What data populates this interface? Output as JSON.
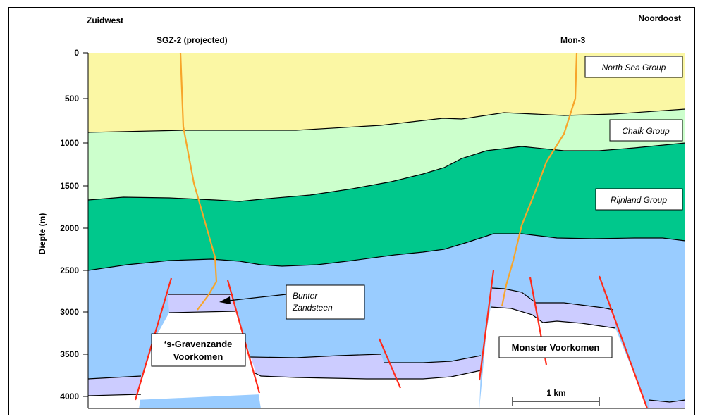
{
  "header": {
    "left_direction": "Zuidwest",
    "right_direction": "Noordoost"
  },
  "wells": [
    {
      "name": "SGZ-2 (projected)"
    },
    {
      "name": "Mon-3"
    }
  ],
  "y_axis": {
    "label": "Diepte (m)",
    "ticks": [
      "0",
      "500",
      "1000",
      "1500",
      "2000",
      "2500",
      "3000",
      "3500",
      "4000"
    ]
  },
  "groups": {
    "north_sea": "North Sea Group",
    "chalk": "Chalk Group",
    "rijnland": "Rijnland Group"
  },
  "annotation": {
    "line1": "Bunter",
    "line2": "Zandsteen"
  },
  "fields": {
    "gravenzande_line1": "‘s-Gravenzande",
    "gravenzande_line2": "Voorkomen",
    "monster": "Monster Voorkomen"
  },
  "scale_bar": {
    "label": "1 km"
  },
  "colors": {
    "north_sea": "#FBF7A4",
    "chalk": "#CCFFCC",
    "rijnland": "#00C88C",
    "lower": "#99CCFF",
    "bunter": "#CCCCFF",
    "fault": "#FF2A1A",
    "well": "#F7A52A"
  }
}
